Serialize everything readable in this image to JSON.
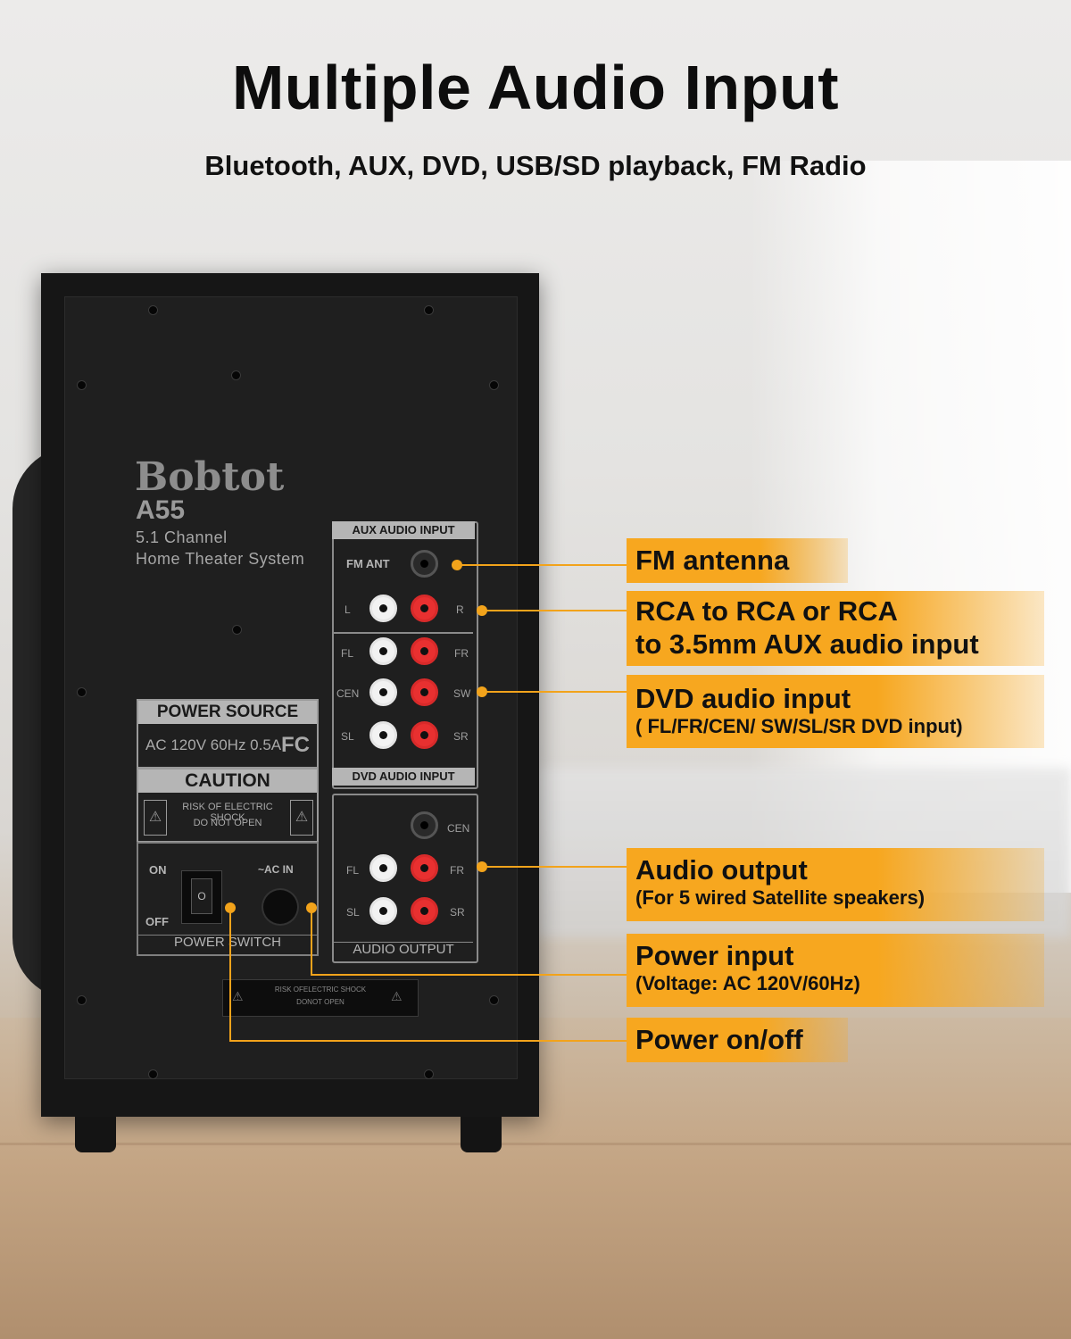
{
  "headline": "Multiple Audio Input",
  "subline": "Bluetooth, AUX, DVD, USB/SD playback, FM Radio",
  "subwoofer": {
    "brand": "Bobtot",
    "model": "A55",
    "desc_line1": "5.1 Channel",
    "desc_line2": "Home Theater System",
    "aux_box_title": "AUX AUDIO INPUT",
    "fm_ant": "FM ANT",
    "aux_left": "L",
    "aux_right": "R",
    "dvd_labels": {
      "fl": "FL",
      "fr": "FR",
      "cen": "CEN",
      "sw": "SW",
      "sl": "SL",
      "sr": "SR"
    },
    "dvd_box_title": "DVD AUDIO INPUT",
    "out_labels": {
      "cen": "CEN",
      "fl": "FL",
      "fr": "FR",
      "sl": "SL",
      "sr": "SR"
    },
    "out_box_title": "AUDIO OUTPUT",
    "power_source_title": "POWER SOURCE",
    "power_source_spec": "AC 120V  60Hz 0.5A",
    "fcc_mark": "FC",
    "caution_title": "CAUTION",
    "caution_line1": "RISK OF ELECTRIC SHOCK",
    "caution_line2": "DO NOT OPEN",
    "switch_on": "ON",
    "switch_off": "OFF",
    "switch_symbol": "O",
    "ac_in": "~AC IN",
    "power_switch_title": "POWER SWITCH",
    "bottom_warn_line1": "RISK OFELECTRIC SHOCK",
    "bottom_warn_line2": "DONOT OPEN"
  },
  "callouts": [
    {
      "main": "FM antenna"
    },
    {
      "main_line1": "RCA to RCA or RCA",
      "main_line2": "to 3.5mm AUX audio input"
    },
    {
      "main": "DVD audio input",
      "sub": "( FL/FR/CEN/ SW/SL/SR DVD input)"
    },
    {
      "main": "Audio output",
      "sub": "(For 5 wired Satellite speakers)"
    },
    {
      "main": "Power input",
      "sub": "(Voltage: AC 120V/60Hz)"
    },
    {
      "main": "Power on/off"
    }
  ],
  "colors": {
    "accent": "#f7a71f",
    "rca_red": "#e83030",
    "rca_white": "#f2f2f2",
    "cabinet": "#161616"
  }
}
